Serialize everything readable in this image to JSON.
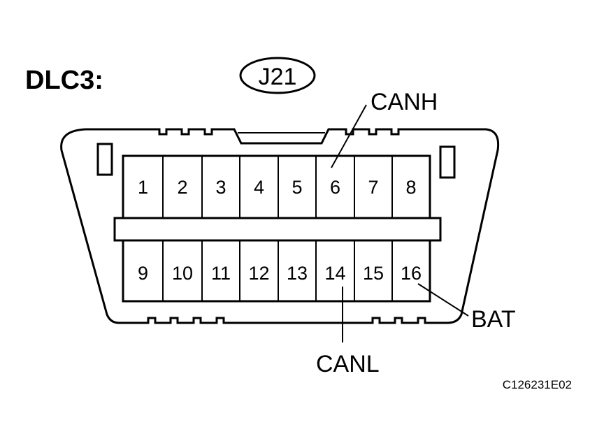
{
  "title": "DLC3:",
  "connector_id": "J21",
  "pins_top": [
    "1",
    "2",
    "3",
    "4",
    "5",
    "6",
    "7",
    "8"
  ],
  "pins_bottom": [
    "9",
    "10",
    "11",
    "12",
    "13",
    "14",
    "15",
    "16"
  ],
  "callouts": {
    "canh": "CANH",
    "canl": "CANL",
    "bat": "BAT"
  },
  "figure_code": "C126231E02"
}
